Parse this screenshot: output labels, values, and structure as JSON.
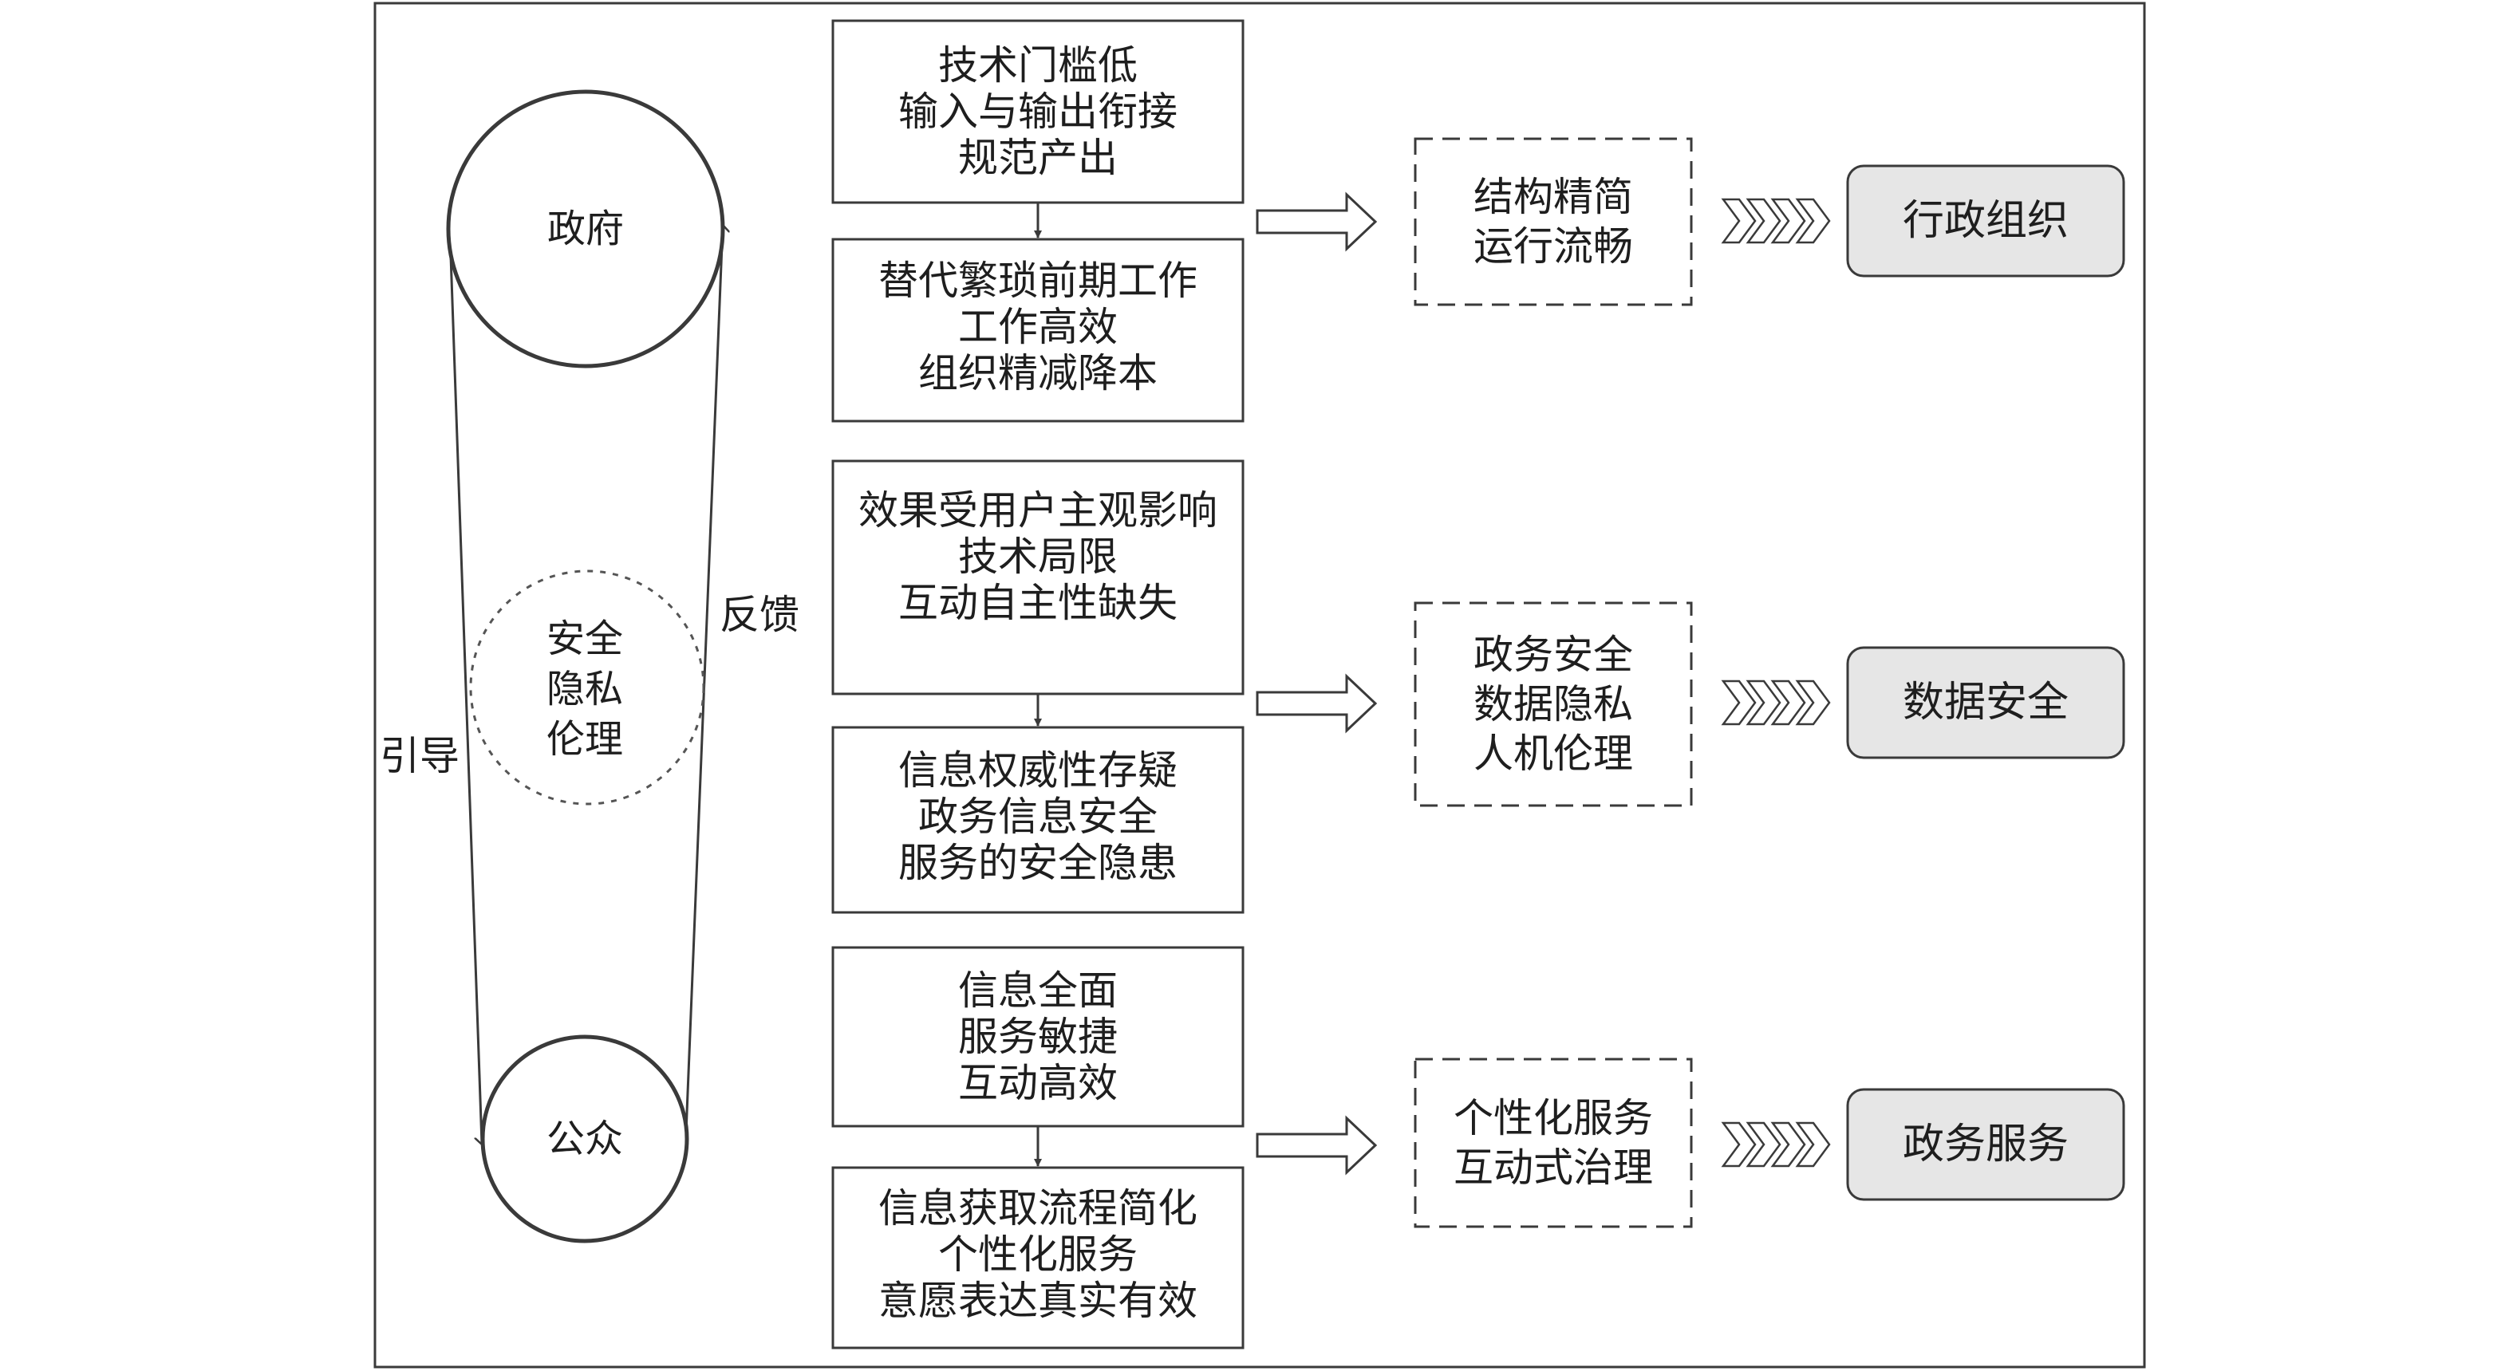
{
  "actors": {
    "government": "政府",
    "public": "公众",
    "center_lines": [
      "安全",
      "隐私",
      "伦理"
    ],
    "guide_label": "引导",
    "feedback_label": "反馈"
  },
  "colors": {
    "stroke": "#3a3a3a",
    "text": "#1e1e1e",
    "result_fill": "#e6e6e6",
    "background": "#ffffff"
  },
  "rows": [
    {
      "upper_lines": [
        "技术门槛低",
        "输入与输出衔接",
        "规范产出"
      ],
      "lower_lines": [
        "替代繁琐前期工作",
        "工作高效",
        "组织精减降本"
      ],
      "summary_lines": [
        "结构精简",
        "运行流畅"
      ],
      "result": "行政组织"
    },
    {
      "upper_lines": [
        "效果受用户主观影响",
        "技术局限",
        "互动自主性缺失"
      ],
      "lower_lines": [
        "信息权威性存疑",
        "政务信息安全",
        "服务的安全隐患"
      ],
      "summary_lines": [
        "政务安全",
        "数据隐私",
        "人机伦理"
      ],
      "result": "数据安全"
    },
    {
      "upper_lines": [
        "信息全面",
        "服务敏捷",
        "互动高效"
      ],
      "lower_lines": [
        "信息获取流程简化",
        "个性化服务",
        "意愿表达真实有效"
      ],
      "summary_lines": [
        "个性化服务",
        "互动式治理"
      ],
      "result": "政务服务"
    }
  ]
}
